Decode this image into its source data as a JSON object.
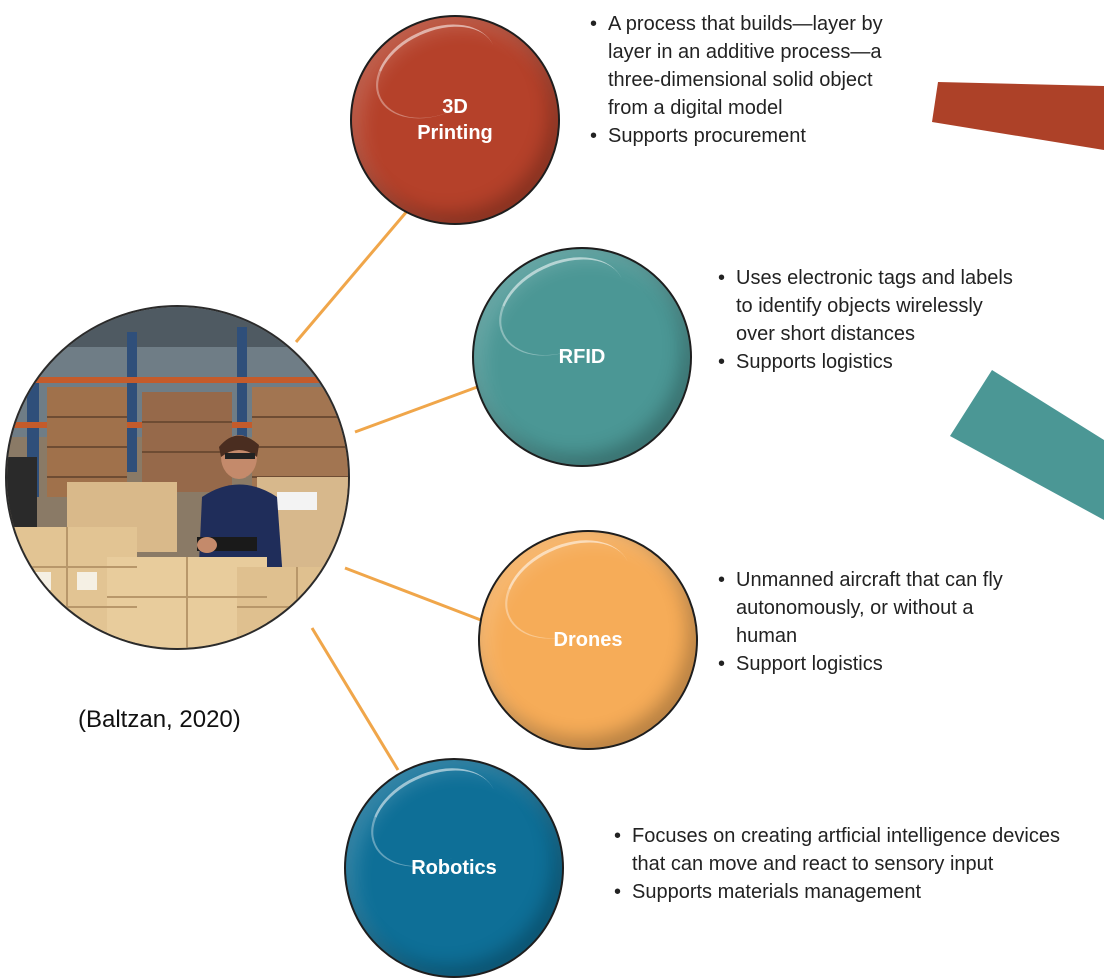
{
  "nodes": [
    {
      "id": "3d-printing",
      "label": "3D\nPrinting",
      "color": "#b5412a",
      "bullets": [
        "A process that builds—layer by layer in an additive process—a three-dimensional solid object from a digital model",
        "Supports procurement"
      ]
    },
    {
      "id": "rfid",
      "label": "RFID",
      "color": "#4b9795",
      "bullets": [
        "Uses electronic tags and labels to identify objects wirelessly over short distances",
        "Supports logistics"
      ]
    },
    {
      "id": "drones",
      "label": "Drones",
      "color": "#f6ac58",
      "bullets": [
        "Unmanned aircraft that can fly autonomously, or without a human",
        "Support logistics"
      ]
    },
    {
      "id": "robotics",
      "label": "Robotics",
      "color": "#0e6f97",
      "bullets": [
        "Focuses on creating artficial intelligence devices that can move and react to sensory input",
        "Supports materials management"
      ]
    }
  ],
  "hub": {
    "image": "warehouse-worker-photo"
  },
  "caption": "(Baltzan, 2020)",
  "colors": {
    "connector": "#f0a64a",
    "accent_red": "#ad4128",
    "accent_teal": "#4b9795"
  }
}
